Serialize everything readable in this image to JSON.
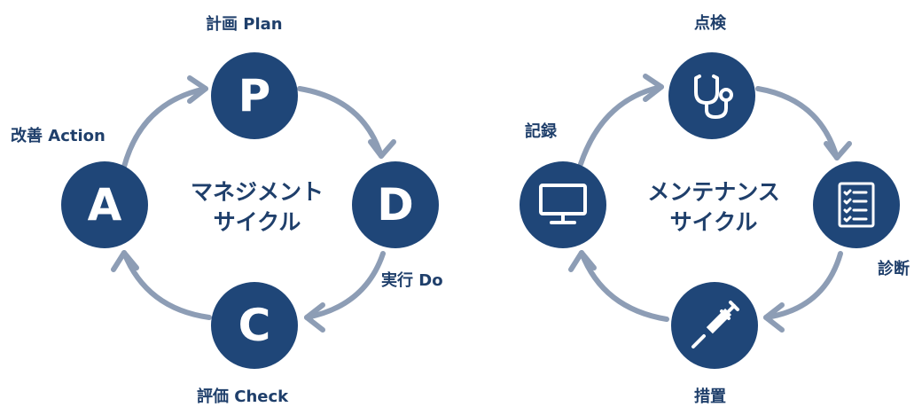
{
  "colors": {
    "node_fill": "#1f4678",
    "arrow": "#8d9db5",
    "text": "#1f3f6b",
    "icon": "#ffffff"
  },
  "management_cycle": {
    "title_line1": "マネジメント",
    "title_line2": "サイクル",
    "nodes": {
      "plan": {
        "letter": "P",
        "label": "計画 Plan"
      },
      "do": {
        "letter": "D",
        "label": "実行 Do"
      },
      "check": {
        "letter": "C",
        "label": "評価 Check"
      },
      "action": {
        "letter": "A",
        "label": "改善 Action"
      }
    }
  },
  "maintenance_cycle": {
    "title_line1": "メンテナンス",
    "title_line2": "サイクル",
    "nodes": {
      "inspection": {
        "icon": "stethoscope-icon",
        "label": "点検"
      },
      "diagnosis": {
        "icon": "checklist-icon",
        "label": "診断"
      },
      "treatment": {
        "icon": "syringe-icon",
        "label": "措置"
      },
      "record": {
        "icon": "monitor-icon",
        "label": "記録"
      }
    }
  }
}
